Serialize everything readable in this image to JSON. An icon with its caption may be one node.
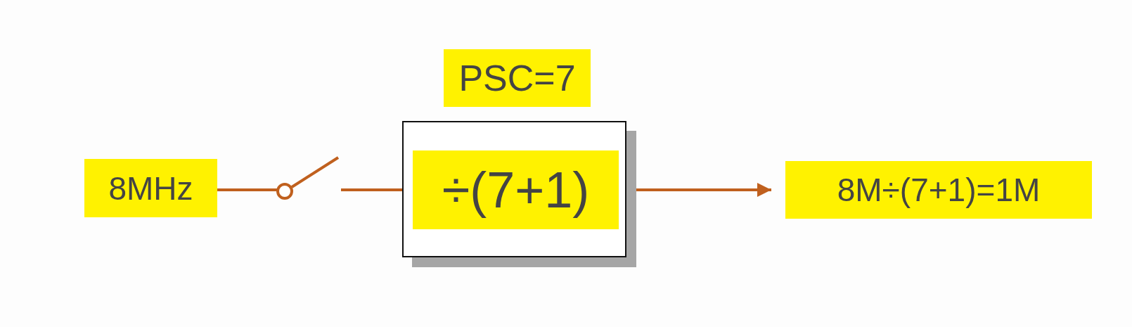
{
  "diagram": {
    "nodes": [
      {
        "text": [
          "8MHz"
        ]
      },
      {
        "text": [],
        "shape": "switch"
      },
      {
        "text": [
          "÷(7+1)"
        ]
      },
      {
        "text": [
          "8M÷(7+1)=1M"
        ]
      },
      {
        "text": [
          "PSC=7"
        ]
      }
    ],
    "edges": [
      {
        "from": 0,
        "to": 1,
        "arrow": "none"
      },
      {
        "from": 1,
        "to": 2,
        "arrow": "none"
      },
      {
        "from": 2,
        "to": 3,
        "arrow": "to"
      }
    ]
  }
}
